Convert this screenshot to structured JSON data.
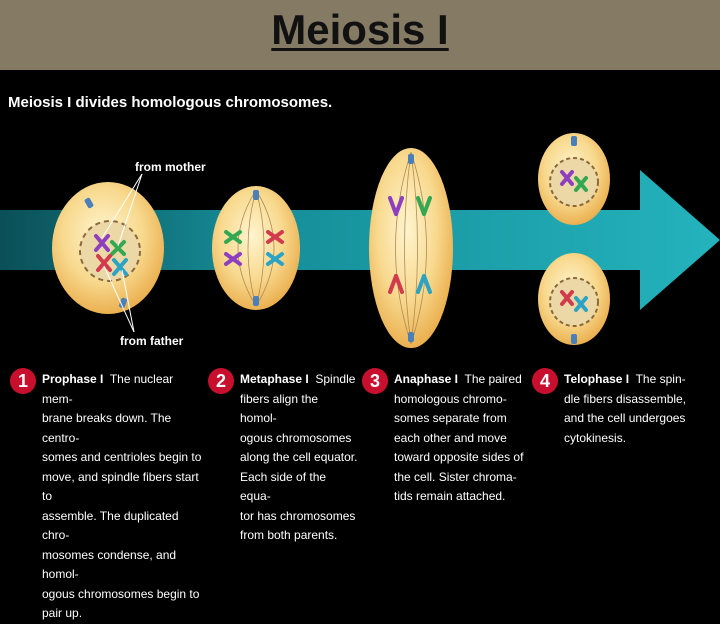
{
  "title": "Meiosis I",
  "heading": "Meiosis I divides homologous chromosomes.",
  "labels": {
    "from_mother": "from mother",
    "from_father": "from father"
  },
  "colors": {
    "title_band": "#857a63",
    "arrow": "#1aa2ac",
    "cell": "#f4c66c",
    "step_number": "#c8102e"
  },
  "steps": [
    {
      "number": "1",
      "name": "Prophase I",
      "text": [
        "The nuclear mem-",
        "brane breaks down. The centro-",
        "somes and centrioles begin to",
        "move, and spindle fibers start to",
        "assemble. The duplicated chro-",
        "mosomes condense, and homol-",
        "ogous chromosomes begin to",
        "pair up."
      ]
    },
    {
      "number": "2",
      "name": "Metaphase I",
      "text": [
        "Spindle",
        "fibers align the homol-",
        "ogous chromosomes",
        "along the cell equator.",
        "Each side of the equa-",
        "tor has chromosomes",
        "from both parents."
      ]
    },
    {
      "number": "3",
      "name": "Anaphase I",
      "text": [
        "The paired",
        "homologous chromo-",
        "somes separate from",
        "each other and move",
        "toward opposite sides of",
        "the cell. Sister chroma-",
        "tids remain attached."
      ]
    },
    {
      "number": "4",
      "name": "Telophase I",
      "text": [
        "The spin-",
        "dle fibers disassemble,",
        "and the cell undergoes",
        "cytokinesis."
      ]
    }
  ]
}
